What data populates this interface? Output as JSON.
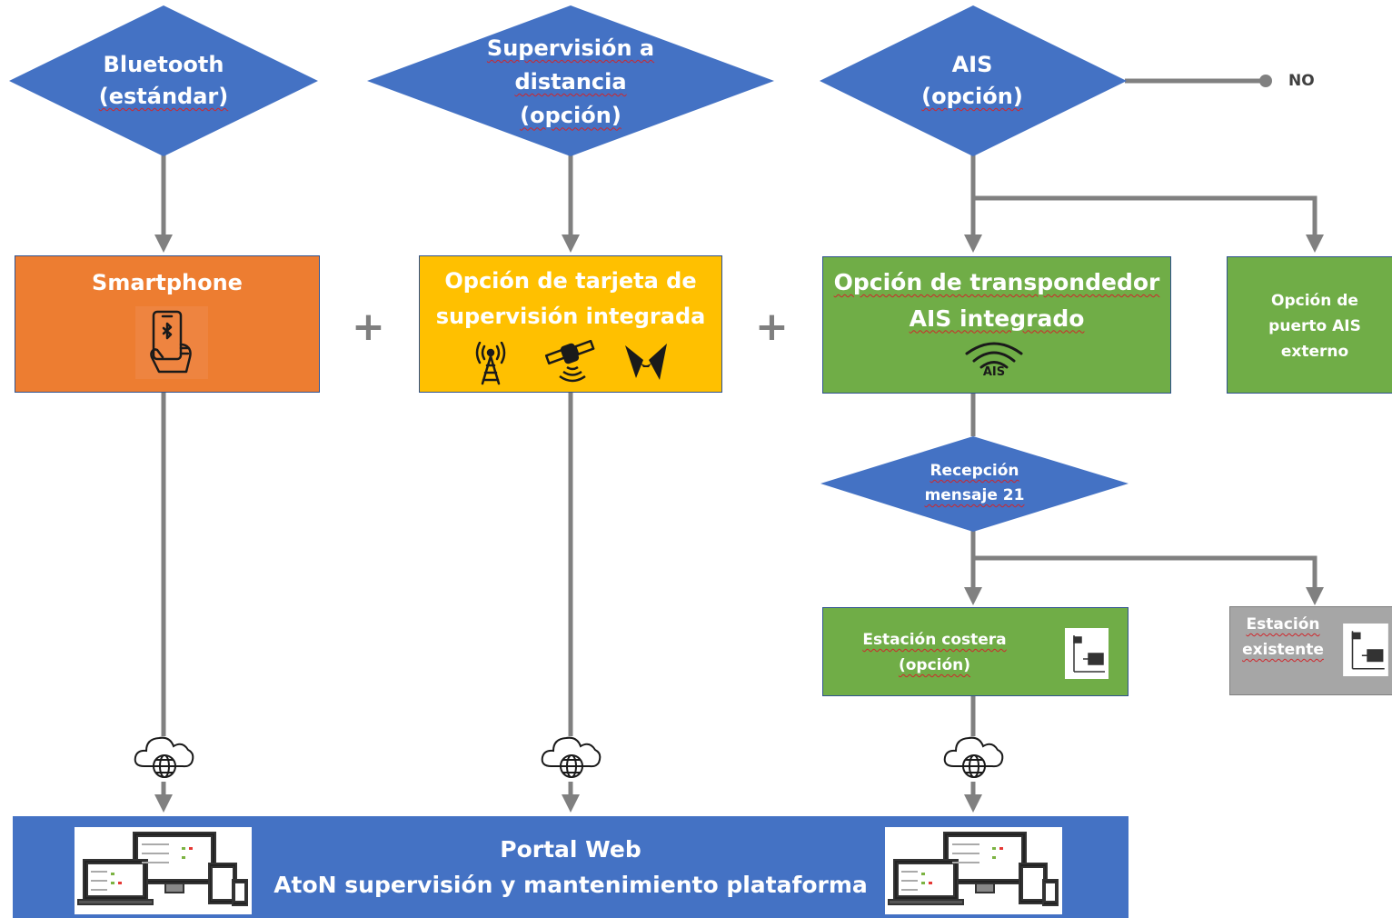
{
  "diamonds": {
    "bluetooth": {
      "lines": [
        "Bluetooth",
        "(estándar)"
      ]
    },
    "remote": {
      "lines": [
        "Supervisión a",
        "distancia",
        "(opción)"
      ]
    },
    "ais": {
      "lines": [
        "AIS",
        "(opción)"
      ]
    },
    "message21": {
      "lines": [
        "Recepción",
        "mensaje 21"
      ]
    }
  },
  "no_label": "NO",
  "boxes": {
    "smartphone": {
      "title": "Smartphone"
    },
    "card": {
      "title_lines": [
        "Opción de tarjeta de",
        "supervisión integrada"
      ]
    },
    "transponder": {
      "title_lines": [
        "Opción de transpondedor",
        "AIS integrado"
      ],
      "icon_label": "AIS"
    },
    "external_port": {
      "title_lines": [
        "Opción de",
        "puerto AIS",
        "externo"
      ]
    },
    "coastal": {
      "title_lines": [
        "Estación costera",
        "(opción)"
      ]
    },
    "existing": {
      "title_lines": [
        "Estación",
        "existente"
      ]
    }
  },
  "plus_signs": [
    "+",
    "+"
  ],
  "portal": {
    "lines": [
      "Portal Web",
      "AtoN supervisión y mantenimiento plataforma"
    ]
  },
  "colors": {
    "diamond_blue": "#4472c4",
    "smartphone_orange": "#ed7d31",
    "card_yellow": "#ffc000",
    "ais_green": "#70ad47",
    "existing_gray": "#a6a6a6",
    "connector_gray": "#808080"
  },
  "icons": [
    "smartphone-bluetooth-icon",
    "radio-tower-icon",
    "satellite-icon",
    "iridium-icon",
    "ais-signal-icon",
    "cloud-globe-icon",
    "station-icon",
    "devices-icon"
  ]
}
